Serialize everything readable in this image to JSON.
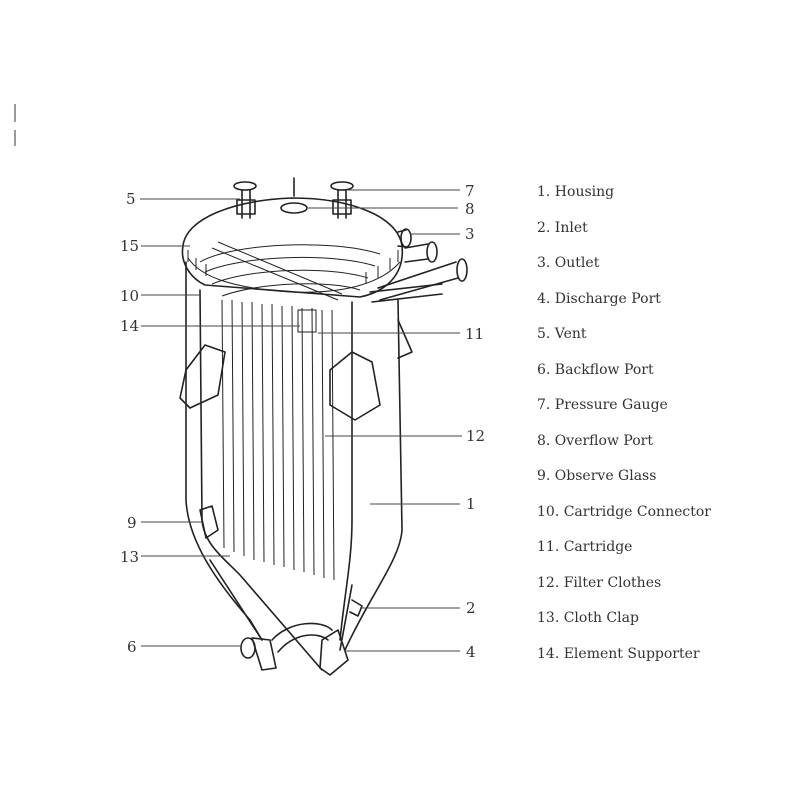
{
  "callouts": [
    {
      "id": "c5",
      "text": "5"
    },
    {
      "id": "c7",
      "text": "7"
    },
    {
      "id": "c8",
      "text": "8"
    },
    {
      "id": "c3",
      "text": "3"
    },
    {
      "id": "c15",
      "text": "15"
    },
    {
      "id": "c10",
      "text": "10"
    },
    {
      "id": "c14",
      "text": "14"
    },
    {
      "id": "c11",
      "text": "11"
    },
    {
      "id": "c12",
      "text": "12"
    },
    {
      "id": "c1",
      "text": "1"
    },
    {
      "id": "c9",
      "text": "9"
    },
    {
      "id": "c13",
      "text": "13"
    },
    {
      "id": "c2",
      "text": "2"
    },
    {
      "id": "c6",
      "text": "6"
    },
    {
      "id": "c4",
      "text": "4"
    }
  ],
  "legend": [
    "1. Housing",
    "2. Inlet",
    "3. Outlet",
    "4. Discharge Port",
    "5. Vent",
    "6. Backflow Port",
    "7. Pressure Gauge",
    "8. Overflow Port",
    "9. Observe Glass",
    "10. Cartridge Connector",
    "11. Cartridge",
    "12. Filter Clothes",
    "13. Cloth Clap",
    "14. Element Supporter"
  ]
}
